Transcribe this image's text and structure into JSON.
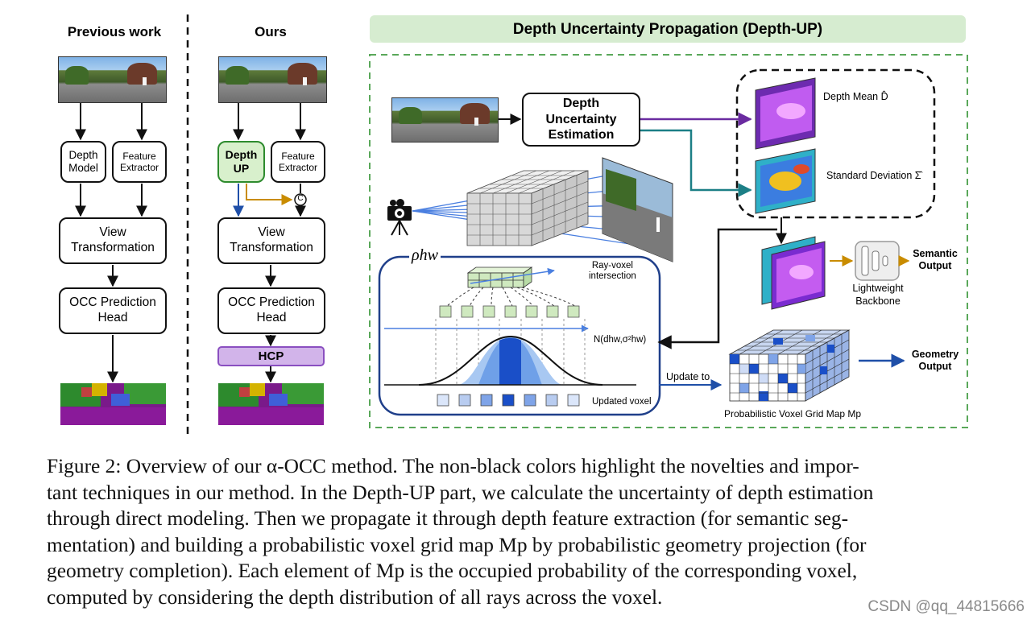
{
  "left_panel": {
    "title": "Previous work",
    "depth_model": "Depth\nModel",
    "feature_extractor": "Feature\nExtractor",
    "view_transformation": "View\nTransformation",
    "occ_head": "OCC Prediction\nHead"
  },
  "middle_panel": {
    "title": "Ours",
    "depth_up": "Depth\nUP",
    "feature_extractor": "Feature\nExtractor",
    "concat_symbol": "C",
    "view_transformation": "View\nTransformation",
    "occ_head": "OCC Prediction\nHead",
    "hcp": "HCP"
  },
  "depth_up_panel": {
    "title": "Depth Uncertainty Propagation (Depth-UP)",
    "estimation_box": "Depth\nUncertainty\nEstimation",
    "depth_mean_label": "Depth Mean D̂",
    "std_label": "Standard Deviation Σ̂",
    "rho_label": "ρhw",
    "ray_voxel_label": "Ray-voxel\nintersection",
    "normal_label": "N(dhw,σ²hw)",
    "updated_voxel_label": "Updated voxel",
    "update_to_label": "Update to",
    "lightweight_backbone": "Lightweight\nBackbone",
    "semantic_output": "Semantic\nOutput",
    "geometry_output": "Geometry\nOutput",
    "voxel_map_label": "Probabilistic Voxel Grid Map Mp"
  },
  "caption": {
    "lines": [
      "Figure 2: Overview of our α-OCC method. The non-black colors highlight the novelties and impor-",
      "tant techniques in our method. In the Depth-UP part, we calculate the uncertainty of depth estimation",
      "through direct modeling. Then we propagate it through depth feature extraction (for semantic seg-",
      "mentation) and building a probabilistic voxel grid map Mp by probabilistic geometry projection (for",
      "geometry completion). Each element of Mp is the occupied probability of the corresponding voxel,",
      "computed by considering the depth distribution of all rays across the voxel."
    ]
  },
  "watermark": "CSDN @qq_44815666",
  "colors": {
    "depth_up_fill": "#d8f0cc",
    "depth_up_border": "#2e8b2e",
    "hcp_fill": "#d2b4ea",
    "hcp_border": "#8a4fc0",
    "title_bar": "#d6ecd0",
    "dashed_border": "#5aa85a",
    "arrow_blue": "#1f4fa8",
    "arrow_orange": "#c98c00",
    "arrow_purple": "#6a2ba0",
    "arrow_teal": "#1c7f86"
  }
}
